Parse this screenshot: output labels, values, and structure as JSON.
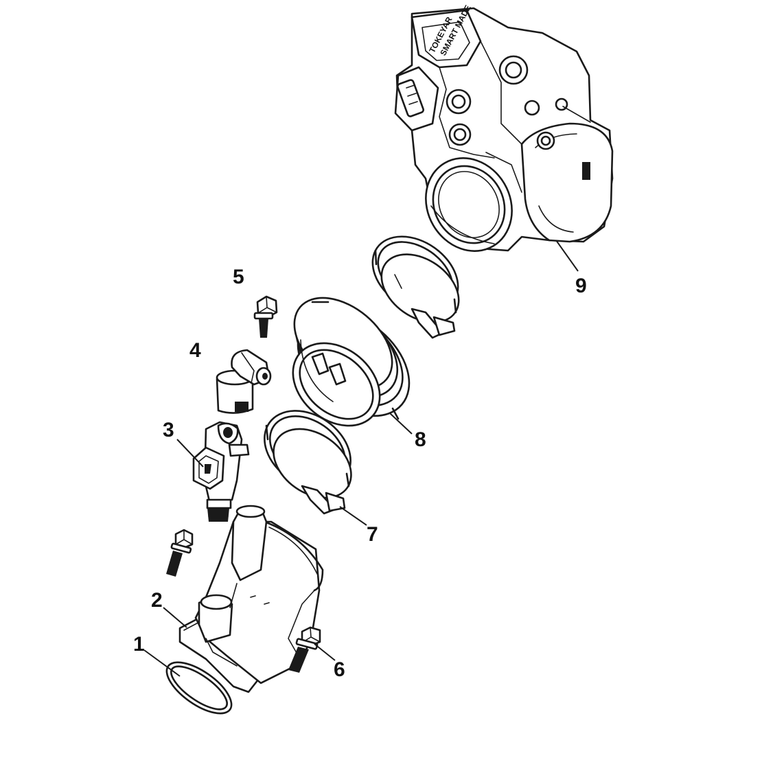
{
  "diagram": {
    "callouts": [
      {
        "id": "1",
        "label": "1"
      },
      {
        "id": "2",
        "label": "2"
      },
      {
        "id": "3",
        "label": "3"
      },
      {
        "id": "4",
        "label": "4"
      },
      {
        "id": "5",
        "label": "5"
      },
      {
        "id": "6",
        "label": "6"
      },
      {
        "id": "7",
        "label": "7"
      },
      {
        "id": "8",
        "label": "8"
      },
      {
        "id": "9",
        "label": "9"
      }
    ],
    "throttle_body_marking": {
      "line1": "TOKEYAR",
      "line2": "SMART MADE"
    },
    "colors": {
      "line": "#1a1a1a",
      "background": "#ffffff"
    }
  }
}
